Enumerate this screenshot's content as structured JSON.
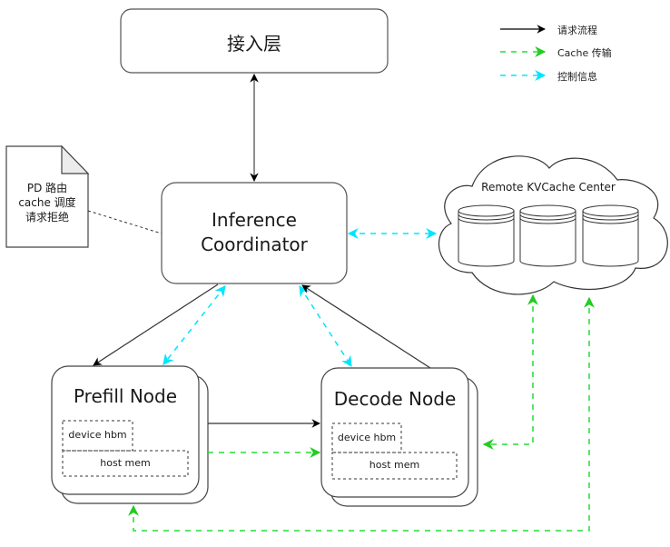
{
  "legend": {
    "items": [
      {
        "label": "请求流程",
        "style": "solid",
        "color": "#000000"
      },
      {
        "label": "Cache 传输",
        "style": "dashed",
        "color": "#00cc00"
      },
      {
        "label": "控制信息",
        "style": "dashed",
        "color": "#00e5ff"
      }
    ]
  },
  "nodes": {
    "access_layer": {
      "label": "接入层"
    },
    "coordinator": {
      "line1": "Inference",
      "line2": "Coordinator"
    },
    "note": {
      "line1": "PD 路由",
      "line2": "cache 调度",
      "line3": "请求拒绝"
    },
    "kv_center": {
      "label": "Remote KVCache Center",
      "cylinders": 3
    },
    "prefill": {
      "label": "Prefill Node",
      "device": "device hbm",
      "host": "host mem"
    },
    "decode": {
      "label": "Decode Node",
      "device": "device hbm",
      "host": "host mem"
    }
  },
  "colors": {
    "request": "#000000",
    "cache": "#22dd33",
    "control": "#00e5ff",
    "stroke": "#555555"
  }
}
